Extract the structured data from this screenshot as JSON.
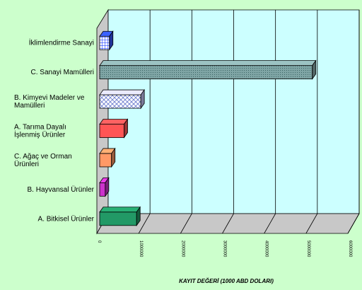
{
  "chart_data": {
    "type": "bar",
    "orientation": "horizontal",
    "style": "3d",
    "title": "",
    "xlabel": "KAYIT DEĞERİ  (1000 ABD DOLARI)",
    "ylabel": "",
    "xlim": [
      0,
      6000000
    ],
    "x_ticks": [
      "0",
      "1000000",
      "2000000",
      "3000000",
      "4000000",
      "5000000",
      "6000000"
    ],
    "grid": true,
    "legend": "none",
    "categories": [
      "İklimlendirme Sanayi",
      "C. Sanayi Mamülleri",
      "B. Kimyevi Madeler ve Mamülleri",
      "A. Tarıma Dayalı İşlenmiş Ürünler",
      "C. Ağaç ve Orman Ürünleri",
      "B. Hayvansal Ürünler",
      "A. Bitkisel Ürünler"
    ],
    "values": [
      300000,
      5150000,
      1050000,
      650000,
      350000,
      200000,
      950000
    ],
    "colors": {
      "plot_background": "#ccffff",
      "wall_side": "#c8c8c8",
      "floor": "#c8c8c8",
      "page_background": "#ccffcc",
      "bars": [
        "#3355ff",
        "#88aaaa",
        "#ccccff",
        "#ff5555",
        "#ff9966",
        "#cc33cc",
        "#229966"
      ],
      "bar_patterns": [
        "grid",
        "dots",
        "crosshatch",
        "bricks",
        "bricks",
        "grid",
        "dots"
      ]
    }
  }
}
